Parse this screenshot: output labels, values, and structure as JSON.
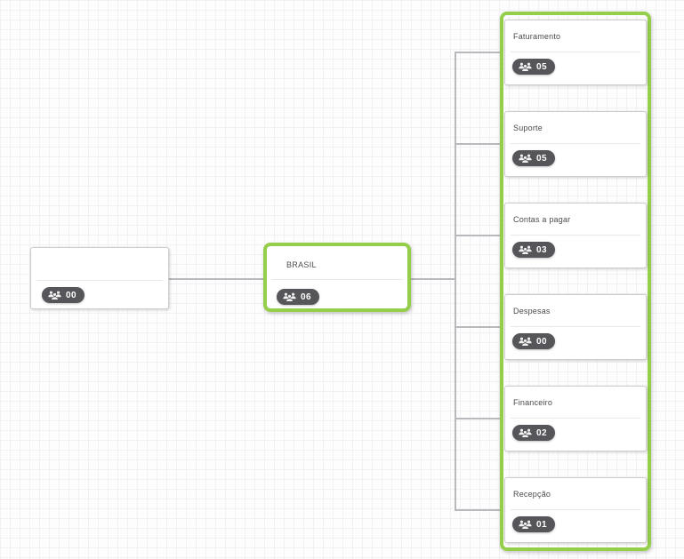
{
  "chart": {
    "type": "org-chart",
    "nodes": {
      "root": {
        "label": "",
        "count": "00"
      },
      "selected": {
        "label": "BRASIL",
        "count": "06"
      },
      "children": [
        {
          "label": "Faturamento",
          "count": "05"
        },
        {
          "label": "Suporte",
          "count": "05"
        },
        {
          "label": "Contas a pagar",
          "count": "03"
        },
        {
          "label": "Despesas",
          "count": "00"
        },
        {
          "label": "Financeiro",
          "count": "02"
        },
        {
          "label": "Recepção",
          "count": "01"
        }
      ]
    }
  },
  "colors": {
    "highlight_green": "#95ce4b",
    "badge_background": "#56565a",
    "card_border": "#cdcdcd",
    "connector_gray": "#b9b9bd",
    "label_text": "#4b4b4d",
    "grid_line": "#f1f1f4"
  },
  "icons": {
    "badge_icon": "users-group-icon"
  }
}
